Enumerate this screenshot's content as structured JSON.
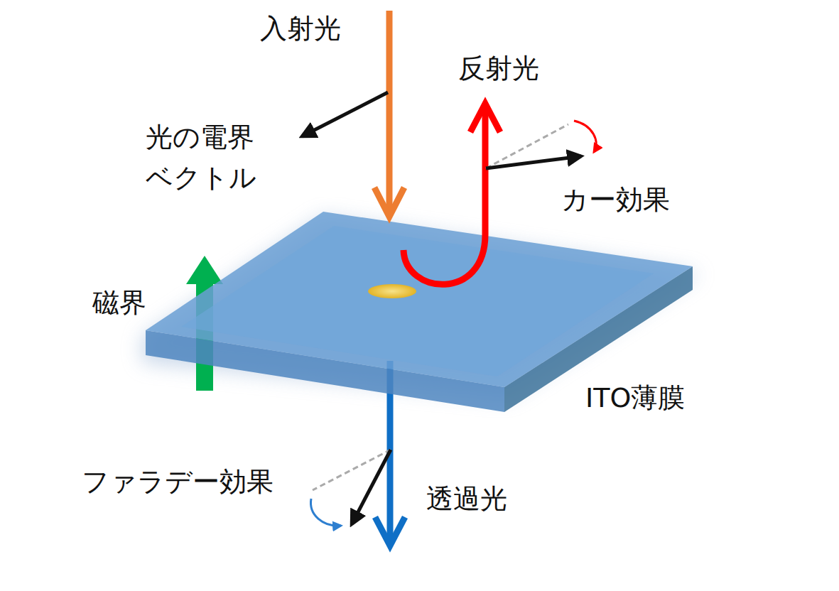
{
  "diagram": {
    "labels": [
      "入射光",
      "光の電界 ベクトル",
      "反射光",
      "カー効果",
      "磁界",
      "ITO薄膜",
      "ファラデー効果",
      "透過光"
    ]
  }
}
